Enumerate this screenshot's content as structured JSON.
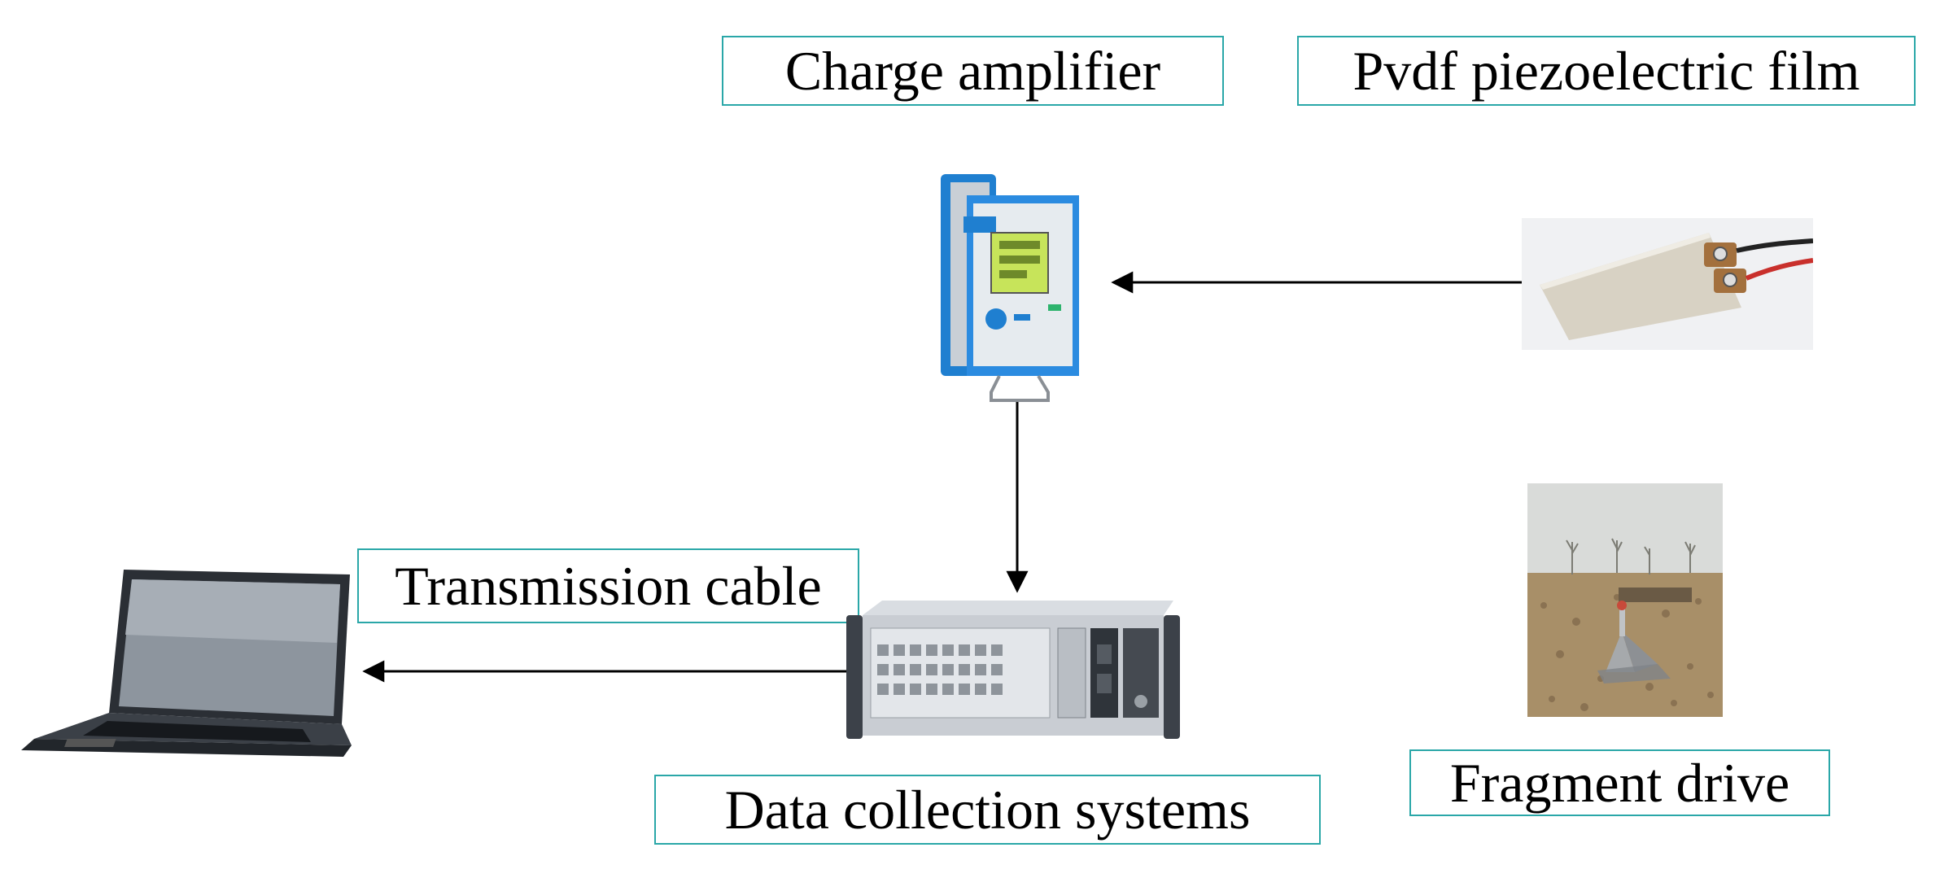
{
  "labels": {
    "charge_amplifier": "Charge amplifier",
    "pvdf_film": "Pvdf piezoelectric film",
    "transmission_cable": "Transmission cable",
    "data_collection": "Data collection systems",
    "fragment_drive": "Fragment drive"
  },
  "colors": {
    "label_border": "#2aa7a8",
    "amplifier_blue": "#1f7fd0",
    "arrow": "#000000"
  },
  "icons": {
    "amplifier": "charge-amplifier-device-image",
    "film": "pvdf-film-sensor-image",
    "daq": "data-acquisition-rack-image",
    "laptop": "laptop-computer-image",
    "field": "fragment-drive-field-photo"
  }
}
